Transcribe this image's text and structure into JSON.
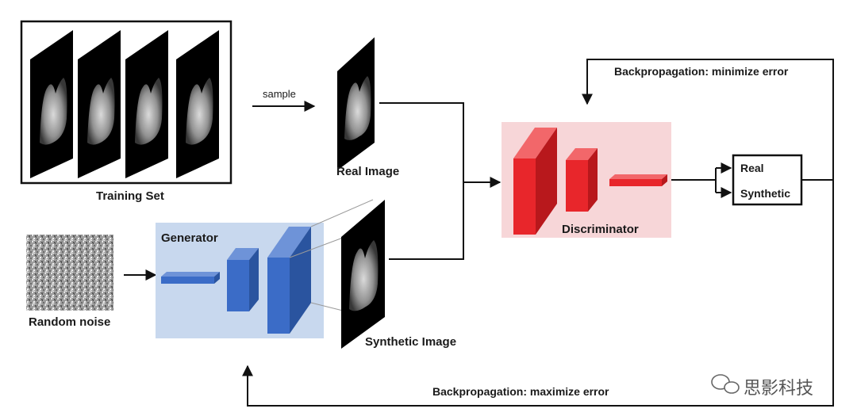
{
  "labels": {
    "training_set": "Training Set",
    "sample": "sample",
    "real_image": "Real Image",
    "random_noise": "Random noise",
    "generator": "Generator",
    "synthetic_image": "Synthetic Image",
    "discriminator": "Discriminator",
    "output_real": "Real",
    "output_synthetic": "Synthetic",
    "backprop_minimize": "Backpropagation: minimize  error",
    "backprop_maximize": "Backpropagation: maximize  error"
  },
  "watermark": "思影科技",
  "colors": {
    "generator_fill": "#c8d8ee",
    "generator_blocks": "#3b6cc7",
    "discriminator_fill": "#f7d6d8",
    "discriminator_blocks": "#e8262b",
    "arrow": "#111111",
    "image_frame": "#000000"
  }
}
